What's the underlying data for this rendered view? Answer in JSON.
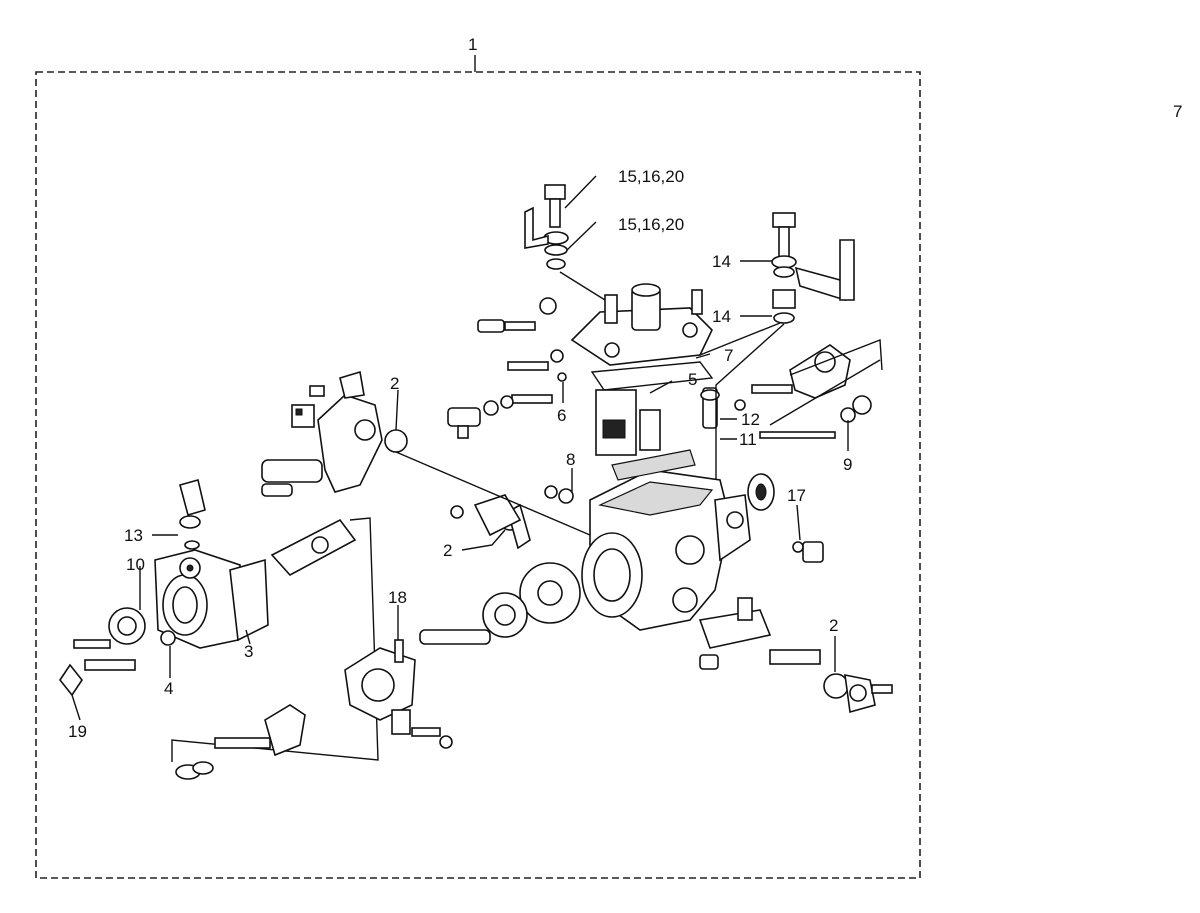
{
  "labels": {
    "l1": "1",
    "l2a": "2",
    "l2b": "2",
    "l2c": "2",
    "l3": "3",
    "l4": "4",
    "l5": "5",
    "l6": "6",
    "l7a": "7",
    "l7b": "7",
    "l8": "8",
    "l9": "9",
    "l10": "10",
    "l11": "11",
    "l12": "12",
    "l13": "13",
    "l14a": "14",
    "l14b": "14",
    "l15a": "15,16,20",
    "l15b": "15,16,20",
    "l17": "17",
    "l18": "18",
    "l19": "19"
  }
}
